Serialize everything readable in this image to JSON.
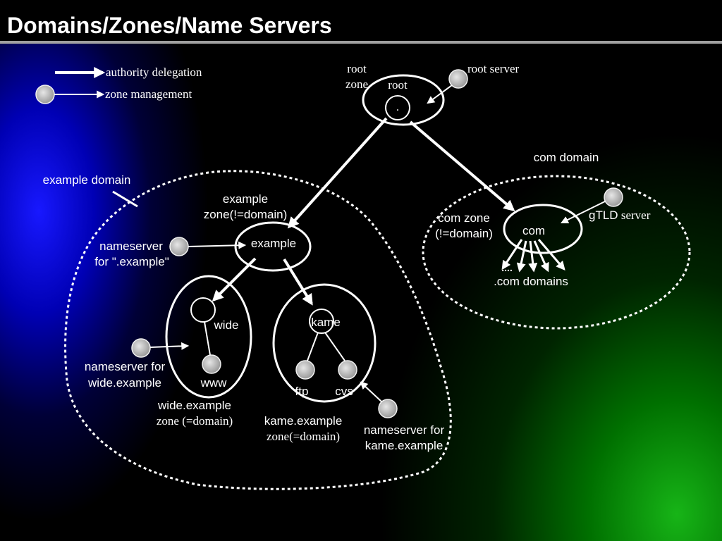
{
  "title": "Domains/Zones/Name Servers",
  "legend": {
    "authority_delegation": "authority delegation",
    "zone_management": "zone management"
  },
  "root": {
    "zone_label": [
      "root",
      "zone"
    ],
    "node_label": "root",
    "node_name": ".",
    "server_label": "root server"
  },
  "com": {
    "domain_label": "com domain",
    "zone_label": [
      "com zone",
      "(!=domain)"
    ],
    "node_name": "com",
    "server_label_sans": "gTLD",
    "server_label_serif": "server",
    "ellipsis": "....",
    "children_label": ".com domains"
  },
  "example": {
    "domain_label": "example domain",
    "zone_label": [
      "example",
      "zone(!=domain)"
    ],
    "node_name": "example",
    "nameserver_label": [
      "nameserver",
      "for \".example\""
    ]
  },
  "wide": {
    "node_name": "wide",
    "host": "www",
    "nameserver_label": [
      "nameserver for",
      "wide.example"
    ],
    "zone_label": [
      "wide.example",
      "zone (=domain)"
    ]
  },
  "kame": {
    "node_name": "kame",
    "hosts": [
      "ftp",
      "cvs"
    ],
    "nameserver_label": [
      "nameserver for",
      "kame.example"
    ],
    "zone_label": [
      "kame.example",
      "zone(=domain)"
    ]
  },
  "colors": {
    "background": "#000000",
    "left_glow": "#1818ff",
    "right_glow": "#18be18",
    "lines": "#ffffff",
    "name_server_node": "#bdbdbd",
    "title_rule": "#a0a0a0"
  }
}
